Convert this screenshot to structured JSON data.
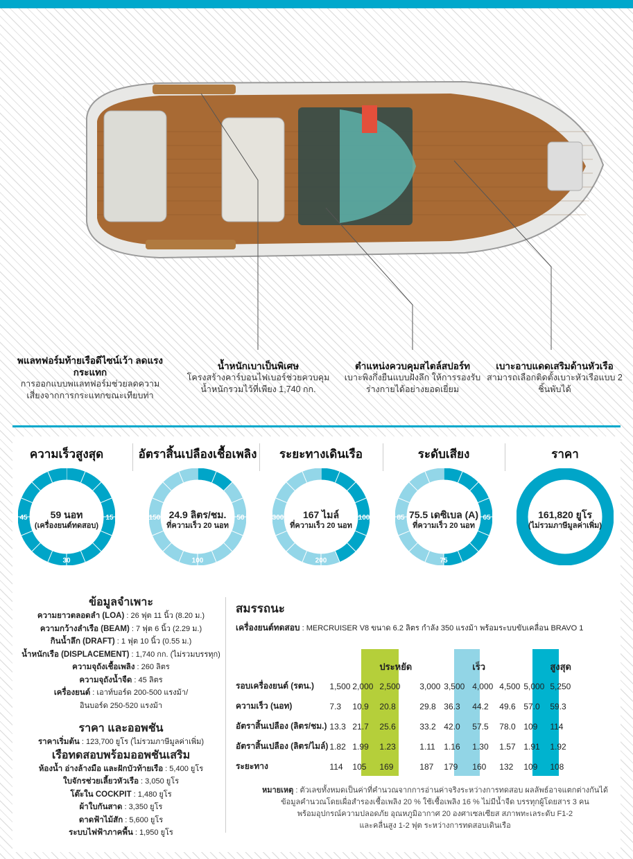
{
  "callouts": [
    {
      "title": "พแลทฟอร์มท้ายเรือดีไซน์เว้า ลดแรงกระแทก",
      "text": "การออกแบบพแลทฟอร์มช่วยลดความเสี่ยงจากการกระแทกขณะเทียบท่า"
    },
    {
      "title": "น้ำหนักเบาเป็นพิเศษ",
      "text": "โครงสร้างคาร์บอนไฟเบอร์ช่วยควบคุมน้ำหนักรวมไว้ที่เพียง 1,740 กก."
    },
    {
      "title": "ตำแหน่งควบคุมสไตล์สปอร์ท",
      "text": "เบาะพิงกึ่งยืนแบบฝังลึก ให้การรองรับร่างกายได้อย่างยอดเยี่ยม"
    },
    {
      "title": "เบาะอาบแดดเสริมด้านหัวเรือ",
      "text": "สามารถเลือกติดตั้งเบาะหัวเรือแบบ 2 ชิ้นพับได้"
    }
  ],
  "gauges": [
    {
      "title": "ความเร็วสูงสุด",
      "value": "59 นอท",
      "sub": "(เครื่องยนต์ทดสอบ)",
      "fill": 0.98,
      "ticks": [
        "15",
        "30",
        "45"
      ]
    },
    {
      "title": "อัตราสิ้นเปลืองเชื้อเพลิง",
      "value": "24.9 ลิตร/ชม.",
      "sub": "ที่ความเร็ว 20 นอท",
      "fill": 0.125,
      "ticks": [
        "50",
        "100",
        "150"
      ]
    },
    {
      "title": "ระยะทางเดินเรือ",
      "value": "167 ไมล์",
      "sub": "ที่ความเร็ว 20 นอท",
      "fill": 0.42,
      "ticks": [
        "100",
        "200",
        "300"
      ]
    },
    {
      "title": "ระดับเสียง",
      "value": "75.5 เดซิเบล (A)",
      "sub": "ที่ความเร็ว 20 นอท",
      "fill": 0.51,
      "ticks": [
        "65",
        "75",
        "85"
      ]
    },
    {
      "title": "ราคา",
      "value": "161,820 ยูโร",
      "sub": "(ไม่รวมภาษีมูลค่าเพิ่ม)",
      "fill": 1,
      "ticks": []
    }
  ],
  "colors": {
    "accent": "#00a8cc",
    "gauge_dark": "#00a5c8",
    "gauge_light": "#93d6e8",
    "eco": "#b5cf3a",
    "fast": "#92d5e6",
    "max": "#00b3cf"
  },
  "specs": {
    "title": "ข้อมูลจำเพาะ",
    "items": [
      {
        "k": "ความยาวตลอดลำ (LOA)",
        "v": "26 ฟุต 11 นิ้ว (8.20 ม.)"
      },
      {
        "k": "ความกว้างลำเรือ (BEAM)",
        "v": "7 ฟุต 6 นิ้ว (2.29 ม.)"
      },
      {
        "k": "กินน้ำลึก (DRAFT)",
        "v": "1 ฟุต 10 นิ้ว (0.55 ม.)"
      },
      {
        "k": "น้ำหนักเรือ (DISPLACEMENT)",
        "v": "1,740 กก. (ไม่รวมบรรทุก)"
      },
      {
        "k": "ความจุถังเชื้อเพลิง",
        "v": "260 ลิตร"
      },
      {
        "k": "ความจุถังน้ำจืด",
        "v": "45 ลิตร"
      },
      {
        "k": "เครื่องยนต์",
        "v": "เอาท์บอร์ด 200-500 แรงม้า/"
      }
    ],
    "engine_line2": "อินบอร์ด 250-520 แรงม้า",
    "price_title": "ราคา และออพชัน",
    "price": {
      "k": "ราคาเริ่มต้น",
      "v": "123,700 ยูโร (ไม่รวมภาษีมูลค่าเพิ่ม)"
    },
    "options_title": "เรือทดสอบพร้อมออพชันเสริม",
    "options": [
      {
        "k": "ห้องน้ำ อ่างล้างมือ และฝักบัวท้ายเรือ",
        "v": "5,400 ยูโร"
      },
      {
        "k": "ใบจักรช่วยเลี้ยวหัวเรือ",
        "v": "3,050 ยูโร"
      },
      {
        "k": "โต๊ะใน COCKPIT",
        "v": "1,480 ยูโร"
      },
      {
        "k": "ผ้าใบกันสาด",
        "v": "3,350 ยูโร"
      },
      {
        "k": "ดาดฟ้าไม้สัก",
        "v": "5,600 ยูโร"
      },
      {
        "k": "ระบบไฟฟ้าภาคพื้น",
        "v": "1,950 ยูโร"
      }
    ]
  },
  "performance": {
    "title": "สมรรถนะ",
    "engine_label": "เครื่องยนต์ทดสอบ",
    "engine": "MERCRUISER V8 ขนาด 6.2 ลิตร กำลัง 350 แรงม้า พร้อมระบบขับเคลื่อน BRAVO 1",
    "headers": [
      "",
      "",
      "",
      "ประหยัด",
      "",
      "",
      "เร็ว",
      "",
      "",
      "สูงสุด"
    ],
    "rows": [
      [
        "รอบเครื่องยนต์ (รตน.)",
        "1,500",
        "2,000",
        "2,500",
        "3,000",
        "3,500",
        "4,000",
        "4,500",
        "5,000",
        "5,250"
      ],
      [
        "ความเร็ว (นอท)",
        "7.3",
        "10.9",
        "20.8",
        "29.8",
        "36.3",
        "44.2",
        "49.6",
        "57.0",
        "59.3"
      ],
      [
        "อัตราสิ้นเปลือง (ลิตร/ชม.)",
        "13.3",
        "21.7",
        "25.6",
        "33.2",
        "42.0",
        "57.5",
        "78.0",
        "109",
        "114"
      ],
      [
        "อัตราสิ้นเปลือง (ลิตร/ไมล์)",
        "1.82",
        "1.99",
        "1.23",
        "1.11",
        "1.16",
        "1.30",
        "1.57",
        "1.91",
        "1.92"
      ],
      [
        "ระยะทาง",
        "114",
        "105",
        "169",
        "187",
        "179",
        "160",
        "132",
        "109",
        "108"
      ]
    ],
    "note_label": "หมายเหตุ",
    "notes": [
      "ตัวเลขทั้งหมดเป็นค่าที่คำนวณจากการอ่านค่าจริงระหว่างการทดสอบ ผลลัพธ์อาจแตกต่างกันได้",
      "ข้อมูลคำนวณโดยเผื่อสำรองเชื้อเพลิง 20 % ใช้เชื้อเพลิง 16 % ไม่มีน้ำจืด บรรทุกผู้โดยสาร 3 คน",
      "พร้อมอุปกรณ์ความปลอดภัย อุณหภูมิอากาศ 20 องศาเซลเซียส สภาพทะเลระดับ F1-2",
      "และคลื่นสูง 1-2 ฟุต ระหว่างการทดสอบเดินเรือ"
    ]
  }
}
